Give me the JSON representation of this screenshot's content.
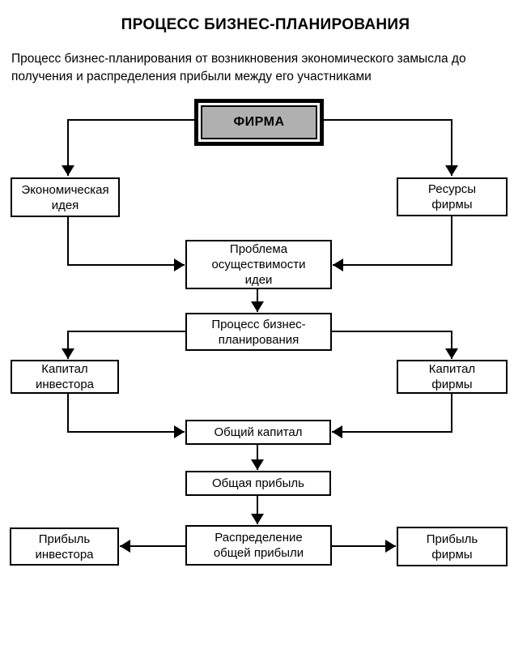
{
  "page": {
    "title": "ПРОЦЕСС БИЗНЕС-ПЛАНИРОВАНИЯ",
    "subtitle": "Процесс бизнес-планирования от возникновения экономического замысла до получения и распределения прибыли между его участниками"
  },
  "diagram": {
    "type": "flowchart",
    "colors": {
      "firma_fill": "#b0b0b0",
      "line": "#000000",
      "background": "#ffffff"
    },
    "nodes": {
      "firma": "ФИРМА",
      "economic_idea": "Экономическая\nидея",
      "firm_resources": "Ресурсы\nфирмы",
      "feasibility_problem": "Проблема\nосуществимости\nидеи",
      "planning_process": "Процесс бизнес-\nпланирования",
      "investor_capital": "Капитал\nинвестора",
      "firm_capital": "Капитал\nфирмы",
      "total_capital": "Общий капитал",
      "total_profit": "Общая прибыль",
      "profit_distribution": "Распределение\nобщей прибыли",
      "investor_profit": "Прибыль\nинвестора",
      "firm_profit": "Прибыль\nфирмы"
    },
    "edges": [
      "firma -> economic_idea",
      "firma -> firm_resources",
      "economic_idea -> feasibility_problem",
      "firm_resources -> feasibility_problem",
      "feasibility_problem -> planning_process",
      "planning_process -> investor_capital",
      "planning_process -> firm_capital",
      "investor_capital -> total_capital",
      "firm_capital -> total_capital",
      "total_capital -> total_profit",
      "total_profit -> profit_distribution",
      "profit_distribution -> investor_profit",
      "profit_distribution -> firm_profit"
    ]
  }
}
